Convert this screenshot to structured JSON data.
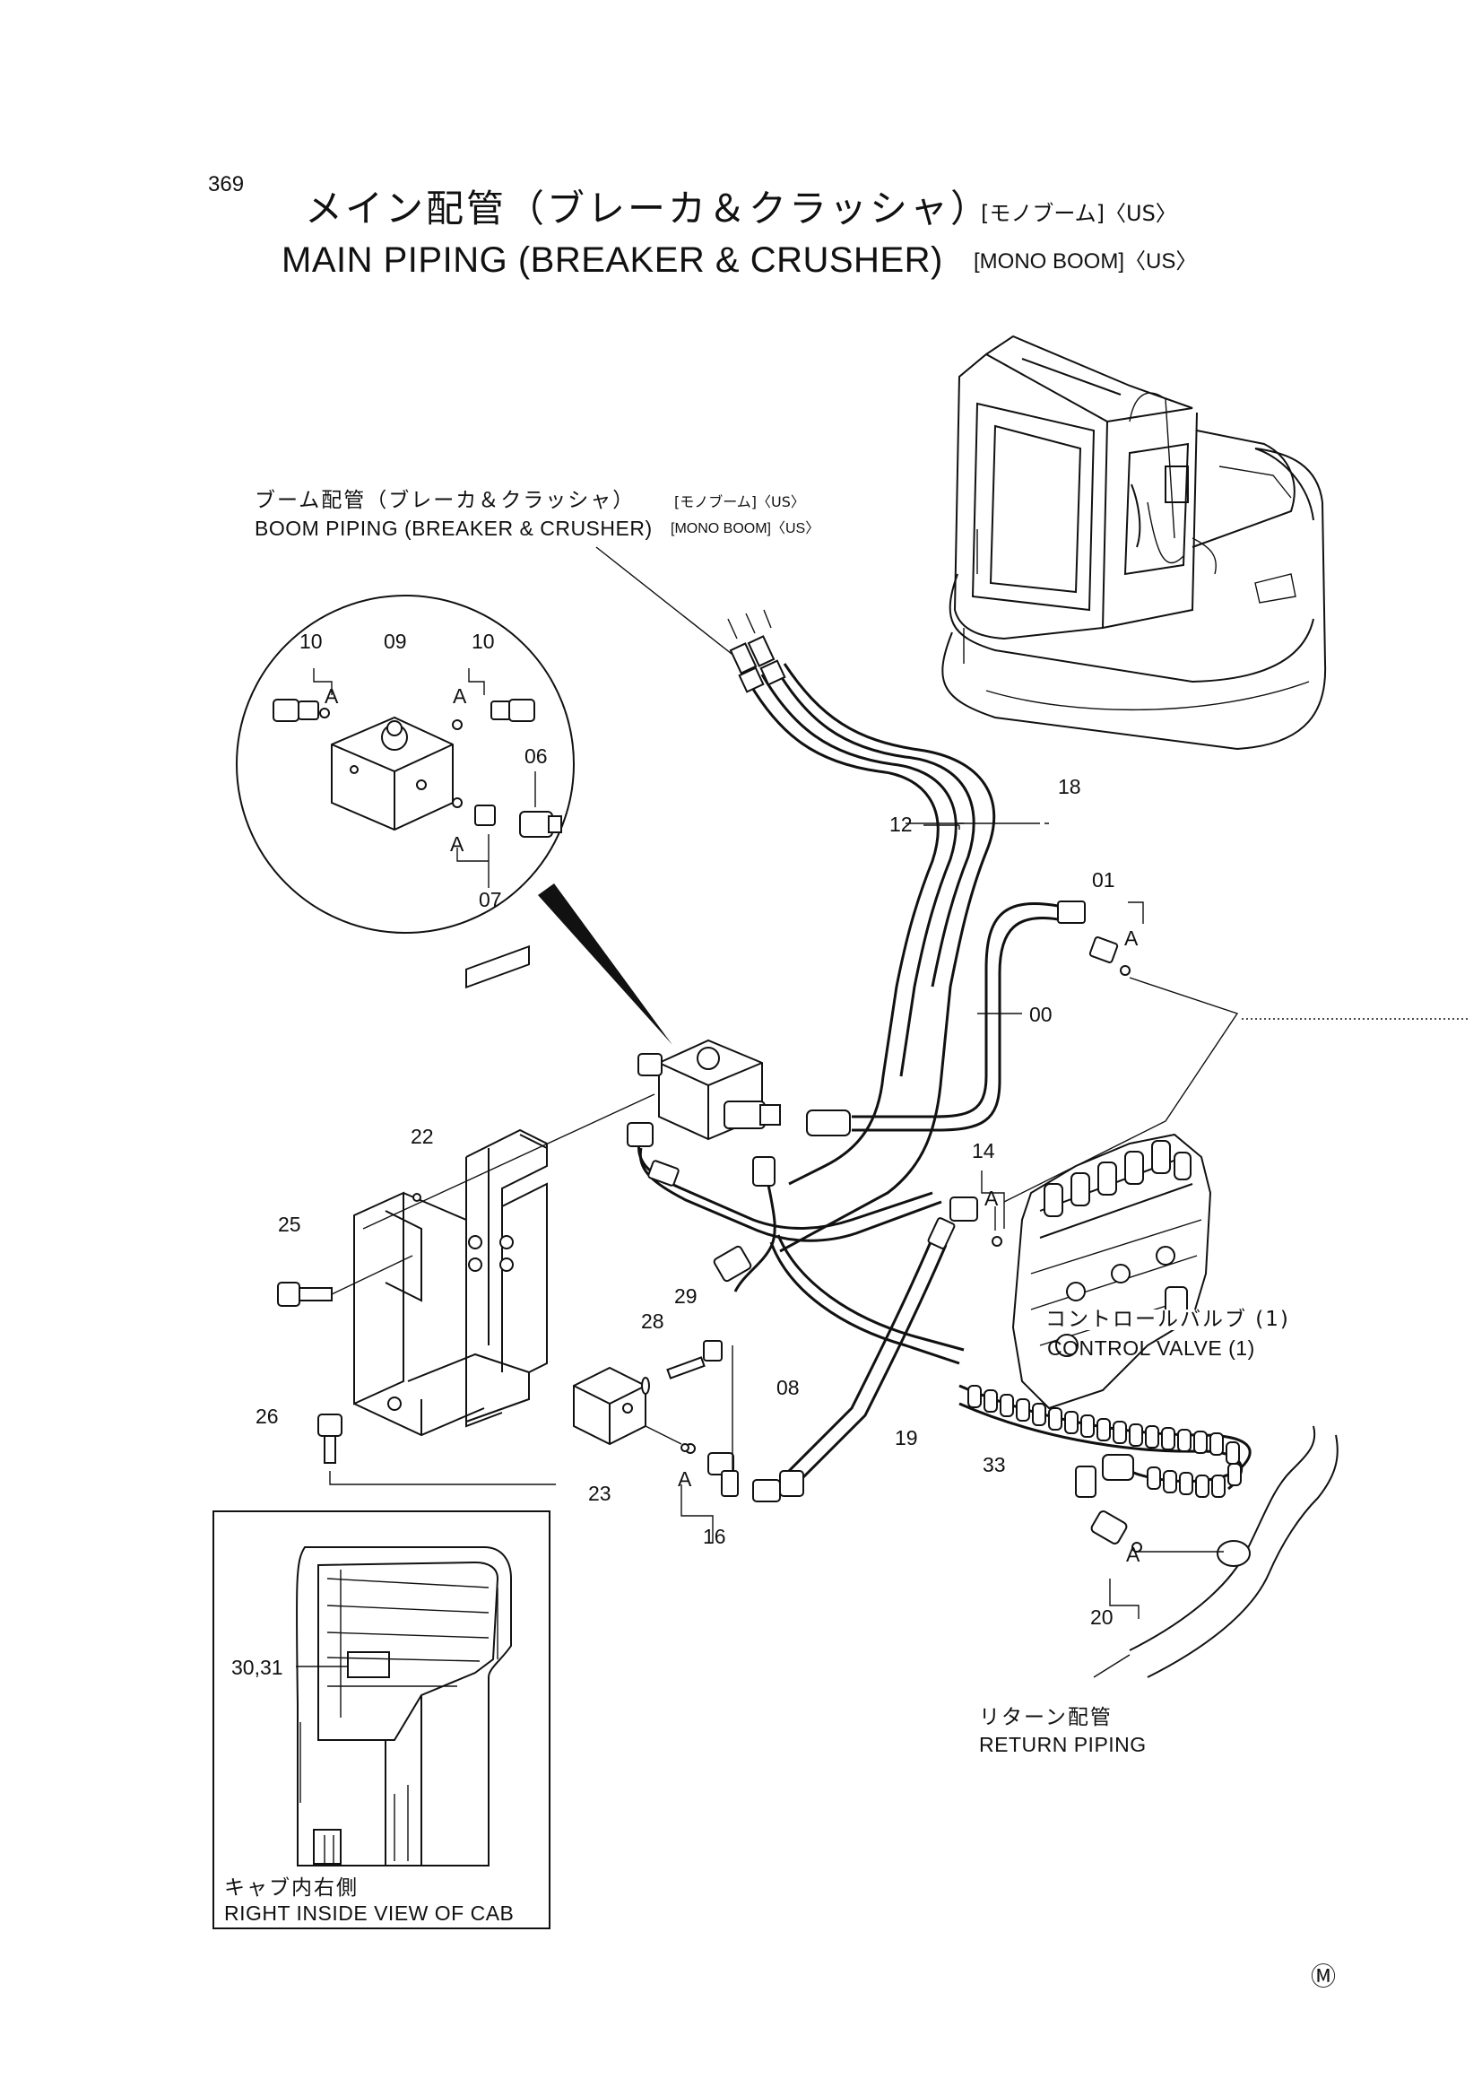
{
  "page_number": "369",
  "title": {
    "jp": "メイン配管（ブレーカ＆クラッシャ）",
    "jp_suffix": "[モノブーム]〈US〉",
    "en": "MAIN PIPING (BREAKER & CRUSHER)",
    "en_suffix": "[MONO BOOM]〈US〉"
  },
  "callouts": {
    "boom_piping_jp": "ブーム配管（ブレーカ＆クラッシャ）",
    "boom_piping_jp_suffix": "[モノブーム]〈US〉",
    "boom_piping_en": "BOOM PIPING (BREAKER & CRUSHER)",
    "boom_piping_en_suffix": "[MONO BOOM]〈US〉",
    "control_valve_jp": "コントロールバルブ (1)",
    "control_valve_en": "CONTROL VALVE (1)",
    "return_piping_jp": "リターン配管",
    "return_piping_en": "RETURN PIPING",
    "cab_view_jp": "キャブ内右側",
    "cab_view_en": "RIGHT INSIDE VIEW OF CAB"
  },
  "part_labels": {
    "p00": "00",
    "p01": "01",
    "p06": "06",
    "p07": "07",
    "p08": "08",
    "p09": "09",
    "p10a": "10",
    "p10b": "10",
    "p12": "12",
    "p14": "14",
    "p16": "16",
    "p18": "18",
    "p19": "19",
    "p20": "20",
    "p22": "22",
    "p23": "23",
    "p25": "25",
    "p26": "26",
    "p28": "28",
    "p29": "29",
    "p30_31": "30,31",
    "p33": "33"
  },
  "a_marks": [
    "A",
    "A",
    "A",
    "A",
    "A",
    "A",
    "A"
  ],
  "mark": "Ⓜ"
}
